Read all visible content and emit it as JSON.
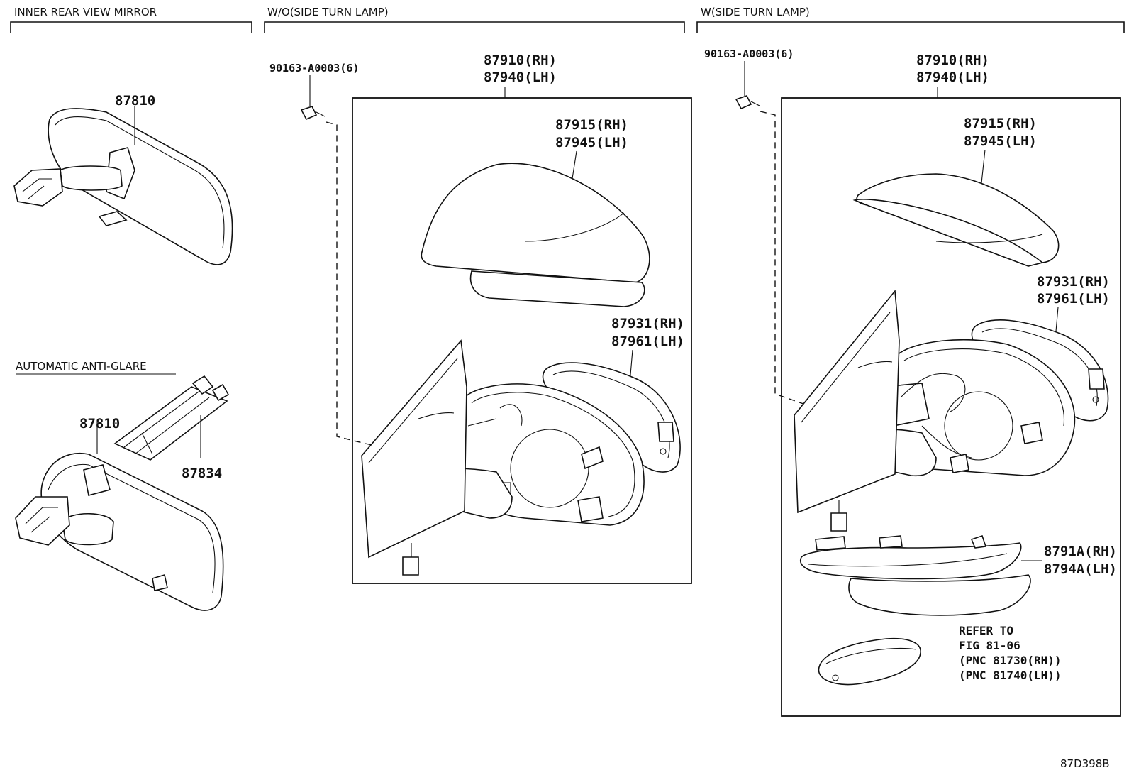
{
  "sections": {
    "inner_mirror": "INNER REAR VIEW MIRROR",
    "wo_lamp": "W/O(SIDE TURN LAMP)",
    "w_lamp": "W(SIDE TURN LAMP)",
    "auto_glare": "AUTOMATIC ANTI-GLARE"
  },
  "inner_mirror": {
    "mirror_pn": "87810"
  },
  "auto_glare": {
    "mirror_pn": "87810",
    "cover_pn": "87834"
  },
  "wo_lamp": {
    "screw": "90163-A0003(6)",
    "assy": [
      "87910(RH)",
      "87940(LH)"
    ],
    "cover": [
      "87915(RH)",
      "87945(LH)"
    ],
    "mirror": [
      "87931(RH)",
      "87961(LH)"
    ]
  },
  "w_lamp": {
    "screw": "90163-A0003(6)",
    "assy": [
      "87910(RH)",
      "87940(LH)"
    ],
    "cover": [
      "87915(RH)",
      "87945(LH)"
    ],
    "mirror": [
      "87931(RH)",
      "87961(LH)"
    ],
    "lamp_cover": [
      "8791A(RH)",
      "8794A(LH)"
    ],
    "refer": [
      "REFER TO",
      "FIG 81-06",
      "(PNC 81730(RH))",
      "(PNC 81740(LH))"
    ]
  },
  "figure_code": "87D398B"
}
